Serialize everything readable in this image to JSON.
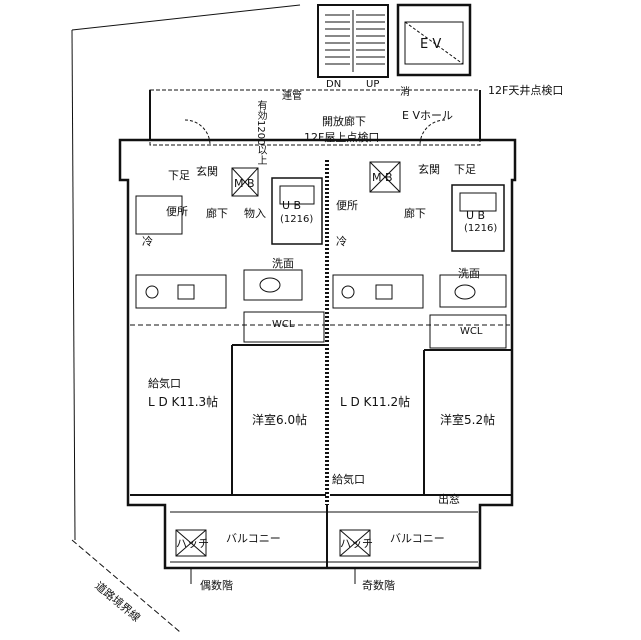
{
  "floor_plan": {
    "labels": {
      "ev": "E V",
      "dn": "DN",
      "up": "UP",
      "ev_hall": "E Vホール",
      "ev_hall_mark": "消",
      "ceiling_hatch_12f": "12F天井点検口",
      "piping": "連管",
      "open_corridor": "開放廊下",
      "rooftop_hatch_12f": "12F屋上点検口",
      "clearance": "有効1200以上",
      "left_unit": {
        "mb": "M B",
        "entrance": "玄関",
        "shoe": "下足",
        "toilet": "便所",
        "hall": "廊下",
        "storage": "物入",
        "fridge": "冷",
        "ub": "U B",
        "ub_size": "(1216)",
        "washroom": "洗面",
        "wcl": "WCL",
        "air_intake": "給気口",
        "ldk": "L D K11.3帖",
        "bedroom": "洋室6.0帖",
        "balcony": "バルコニー",
        "hatch": "ハッチ",
        "stairs_note": "偶数階"
      },
      "right_unit": {
        "mb": "M B",
        "entrance": "玄関",
        "shoe": "下足",
        "toilet": "便所",
        "hall": "廊下",
        "fridge": "冷",
        "ub": "U B",
        "ub_size": "(1216)",
        "washroom": "洗面",
        "wcl": "WCL",
        "air_intake": "給気口",
        "ldk": "L D K11.2帖",
        "bedroom": "洋室5.2帖",
        "bay_window": "出窓",
        "balcony": "バルコニー",
        "hatch": "ハッチ",
        "stairs_note": "奇数階"
      },
      "road_boundary": "道路境界線"
    }
  }
}
